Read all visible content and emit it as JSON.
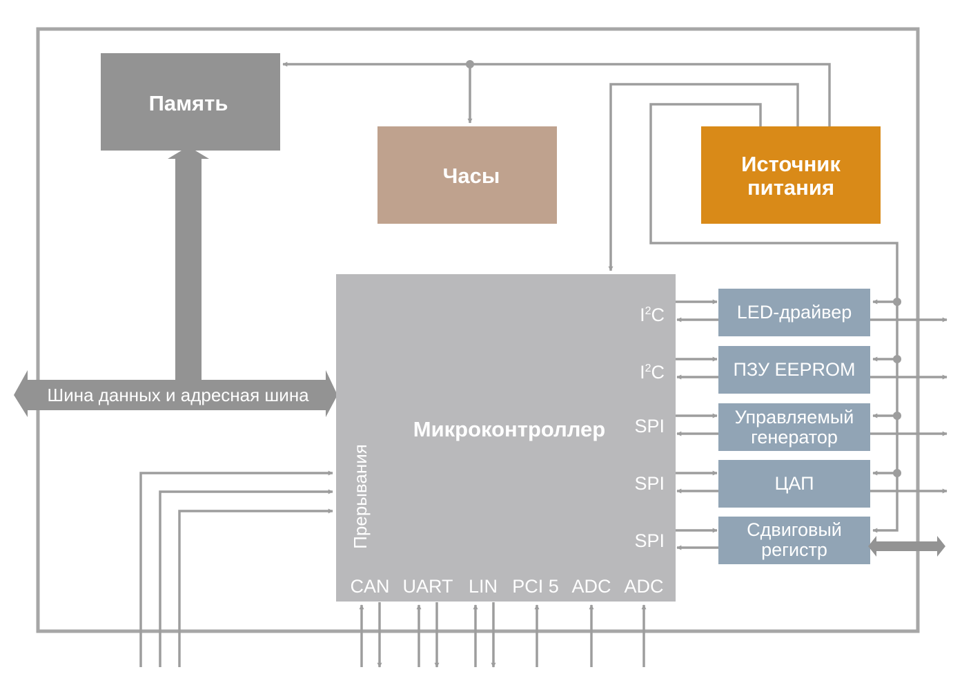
{
  "blocks": {
    "memory": "Память",
    "clock": "Часы",
    "power_line1": "Источник",
    "power_line2": "питания",
    "mcu": "Микроконтроллер",
    "bus": "Шина данных и адресная шина",
    "interrupts": "Прерывания"
  },
  "peripherals": [
    {
      "lines": [
        "LED-драйвер"
      ],
      "port_main": "I",
      "port_sup": "2",
      "port_tail": "C"
    },
    {
      "lines": [
        "ПЗУ EEPROM"
      ],
      "port_main": "I",
      "port_sup": "2",
      "port_tail": "C"
    },
    {
      "lines": [
        "Управляемый",
        "генератор"
      ],
      "port_main": "SPI",
      "port_sup": "",
      "port_tail": ""
    },
    {
      "lines": [
        "ЦАП"
      ],
      "port_main": "SPI",
      "port_sup": "",
      "port_tail": ""
    },
    {
      "lines": [
        "Сдвиговый",
        "регистр"
      ],
      "port_main": "SPI",
      "port_sup": "",
      "port_tail": ""
    }
  ],
  "bottom_ports": [
    "CAN",
    "UART",
    "LIN",
    "PCI 5",
    "ADC",
    "ADC"
  ],
  "colors": {
    "frame": "#a6a6a6",
    "wire": "#9d9d9d",
    "memory": "#939393",
    "clock": "#bfa28e",
    "power": "#d98a18",
    "mcu": "#b9b9bb",
    "peripheral": "#91a4b5",
    "text_light": "#ffffff"
  }
}
